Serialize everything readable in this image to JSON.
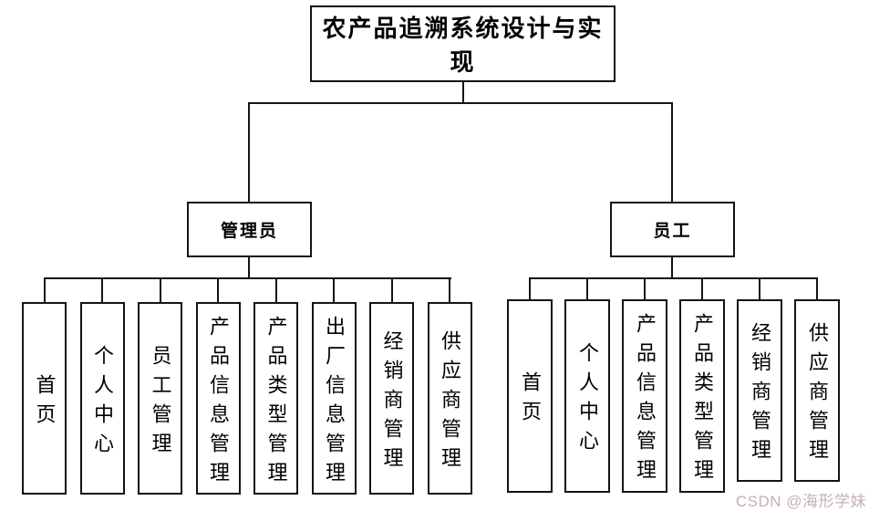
{
  "diagram": {
    "root": {
      "label": "农产品追溯系统设计与实现"
    },
    "branches": [
      {
        "label": "管理员",
        "children": [
          "首页",
          "个人中心",
          "员工管理",
          "产品信息管理",
          "产品类型管理",
          "出厂信息管理",
          "经销商管理",
          "供应商管理"
        ]
      },
      {
        "label": "员工",
        "children": [
          "首页",
          "个人中心",
          "产品信息管理",
          "产品类型管理",
          "经销商管理",
          "供应商管理"
        ]
      }
    ]
  },
  "watermark": {
    "text": "CSDN @海形学妹",
    "color": "#c3b0b4"
  },
  "colors": {
    "line": "#141414",
    "box_border": "#141414",
    "background": "#ffffff",
    "text": "#000000"
  }
}
